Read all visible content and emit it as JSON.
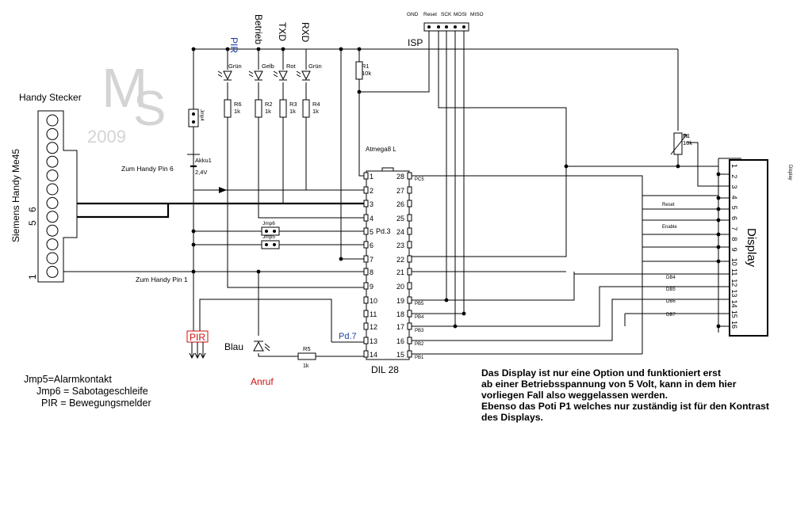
{
  "labels": {
    "isp_title": "ISP",
    "isp_pins": [
      "GND",
      "Reset",
      "SCK",
      "MOSI",
      "MISO"
    ],
    "pir_top": "PIR",
    "betrieb": "Betrieb",
    "txd": "TXD",
    "rxd": "RXD",
    "led_colors": [
      "Grün",
      "Gelb",
      "Rot",
      "Grün"
    ],
    "resistors": [
      {
        "name": "R6",
        "value": "1k"
      },
      {
        "name": "R2",
        "value": "1k"
      },
      {
        "name": "R3",
        "value": "1k"
      },
      {
        "name": "R4",
        "value": "1k"
      }
    ],
    "r1_name": "R1",
    "r1_value": "10k",
    "r5_name": "R5",
    "r5_value": "1k",
    "p1_name": "P1",
    "p1_value": "10k",
    "jmp4": "Jmp4",
    "jmp6": "Jmp6",
    "jmp5": "Jmp5",
    "akku": "Akku1",
    "akku_voltage": "2,4V",
    "zum_pin6": "Zum Handy Pin 6",
    "zum_pin1": "Zum Handy Pin 1",
    "mcu_name": "Atmega8 L",
    "package": "DIL 28",
    "left_pins": [
      "1",
      "2",
      "3",
      "4",
      "5",
      "6",
      "7",
      "8",
      "9",
      "10",
      "11",
      "12",
      "13",
      "14"
    ],
    "right_pins": [
      "28",
      "27",
      "26",
      "25",
      "24",
      "23",
      "22",
      "21",
      "20",
      "19",
      "18",
      "17",
      "16",
      "15"
    ],
    "pd3": "Pd.3",
    "pd7": "Pd.7",
    "pc5": "PC5",
    "port_labels": [
      "PB5",
      "PB4",
      "PB3",
      "PB2",
      "PB1"
    ],
    "handy_stecker": "Handy Stecker",
    "siemens": "Siemens Handy Me45",
    "conn_pin5": "5",
    "conn_pin6": "6",
    "conn_pin1": "1",
    "pir_box": "PIR",
    "blau": "Blau",
    "anruf": "Anruf",
    "display_title": "Display",
    "display_tag": "Display",
    "display_pins": [
      "1",
      "2",
      "3",
      "4",
      "5",
      "6",
      "7",
      "8",
      "9",
      "10",
      "11",
      "12",
      "13",
      "14",
      "15",
      "16"
    ],
    "reset": "Reset",
    "enable": "Enable",
    "db": [
      "DB4",
      "DB5",
      "DB6",
      "DB7"
    ],
    "watermark_year": "2009"
  },
  "legend": [
    "Jmp5=Alarmkontakt",
    "Jmp6 = Sabotageschleife",
    "PIR = Bewegungsmelder"
  ],
  "note": [
    "Das Display ist nur eine Option und funktioniert erst",
    "ab einer Betriebsspannung von 5 Volt, kann in dem hier",
    "vorliegen Fall also weggelassen werden.",
    "Ebenso das Poti P1 welches nur zuständig ist für den Kontrast",
    "des Displays."
  ],
  "colors": {
    "accent_blue": "#1a3fa0",
    "accent_red": "#cc1111",
    "watermark": "#d4d4d4"
  }
}
